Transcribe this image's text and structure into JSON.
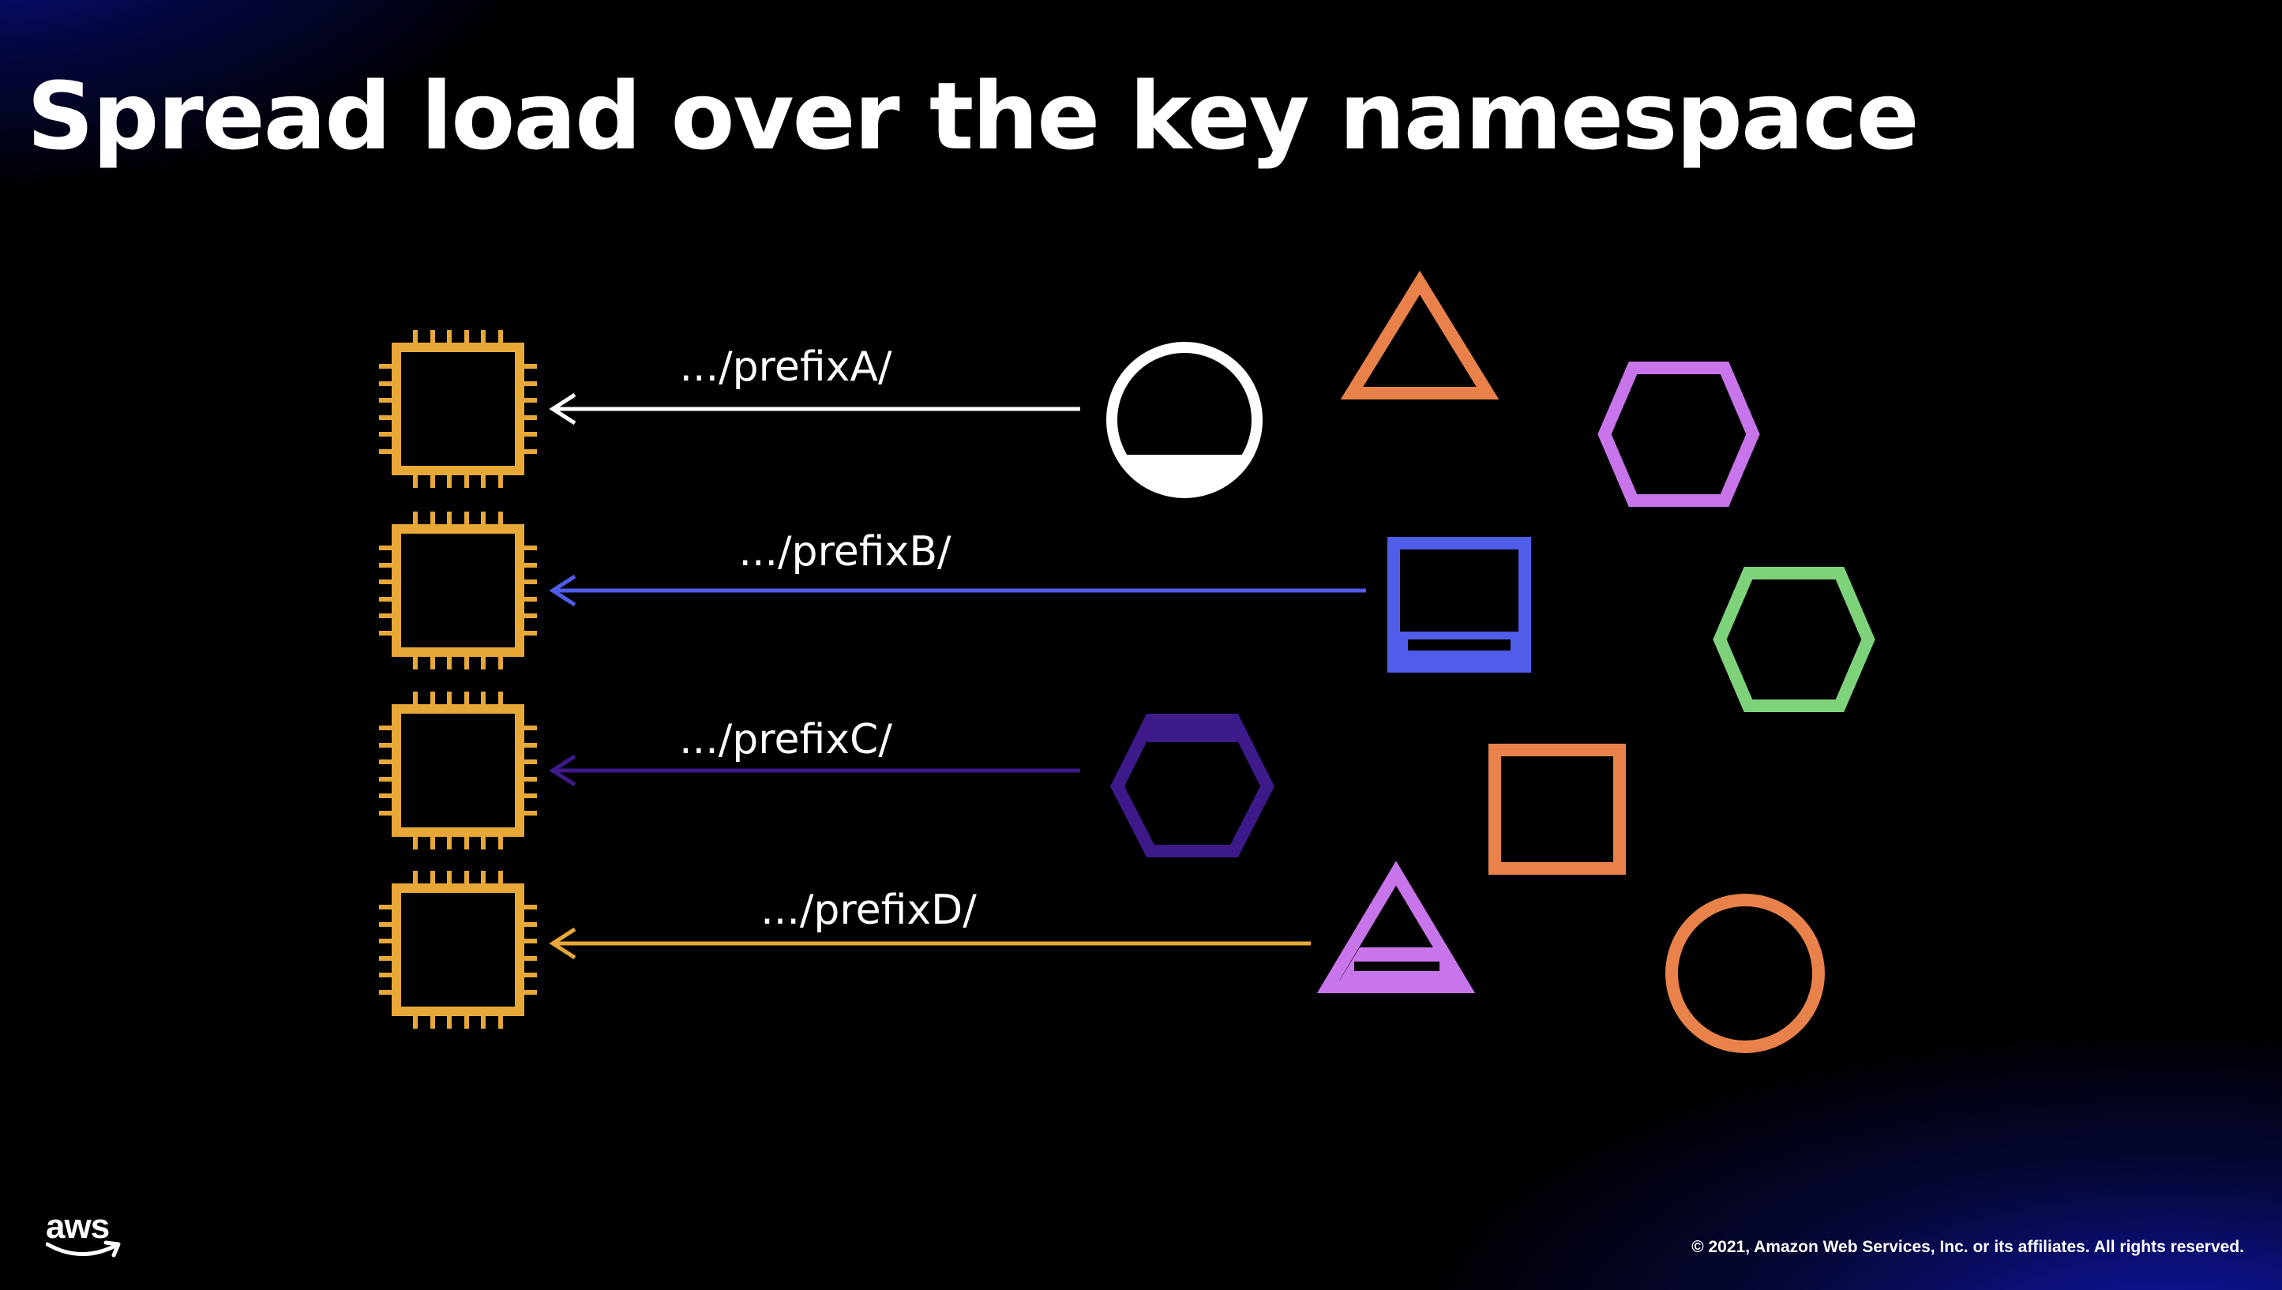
{
  "slide": {
    "title": "Spread load over the key namespace",
    "copyright": "© 2021, Amazon Web Services, Inc. or its affiliates. All rights reserved.",
    "logo_text": "aws"
  },
  "rows": [
    {
      "prefix": ".../prefixA/",
      "arrow_color": "#ffffff",
      "source_shape": "circle-bucket-icon",
      "source_color": "#ffffff"
    },
    {
      "prefix": ".../prefixB/",
      "arrow_color": "#4f5de8",
      "source_shape": "square-bucket-icon",
      "source_color": "#4f5de8"
    },
    {
      "prefix": ".../prefixC/",
      "arrow_color": "#3d1a8a",
      "source_shape": "hexagon-bucket-icon",
      "source_color": "#3d1a8a"
    },
    {
      "prefix": ".../prefixD/",
      "arrow_color": "#e8a838",
      "source_shape": "triangle-bucket-icon",
      "source_color": "#c874ea"
    }
  ],
  "colors": {
    "chip": "#e8a838",
    "orange": "#e8824a",
    "purple": "#c874ea",
    "green": "#7ed37a",
    "blue": "#4f5de8",
    "dark_purple": "#3d1a8a"
  },
  "scattered_shapes": [
    "orange-triangle-icon",
    "purple-hexagon-icon",
    "green-hexagon-icon",
    "orange-square-icon",
    "orange-circle-icon"
  ]
}
